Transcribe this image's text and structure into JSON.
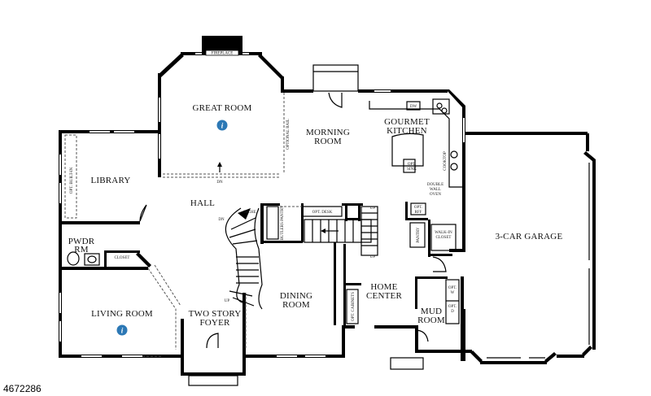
{
  "rooms": {
    "great_room": "GREAT ROOM",
    "morning_room": [
      "MORNING",
      "ROOM"
    ],
    "gourmet_kitchen": [
      "GOURMET",
      "KITCHEN"
    ],
    "library": "LIBRARY",
    "hall": "HALL",
    "pwdr_rm": [
      "PWDR",
      "RM"
    ],
    "living_room": "LIVING ROOM",
    "two_story_foyer": [
      "TWO STORY",
      "FOYER"
    ],
    "dining_room": [
      "DINING",
      "ROOM"
    ],
    "home_center": [
      "HOME",
      "CENTER"
    ],
    "mud_room": [
      "MUD",
      "ROOM"
    ],
    "garage": "3-CAR GARAGE"
  },
  "labels": {
    "fireplace": "FIREPLACE",
    "optional_rail": "OPTIONAL RAIL",
    "dn_great": "DN",
    "dw": "DW",
    "opt_sink": [
      "OPT.",
      "SINK"
    ],
    "cooktop": "COOKTOP",
    "double_wall_oven": [
      "DOUBLE",
      "WALL",
      "OVEN"
    ],
    "opt_rff": [
      "OPT.",
      "RFF"
    ],
    "pantry": "PANTRY",
    "walk_in_closet": [
      "WALK-IN",
      "CLOSET"
    ],
    "opt_built_in": "OPT. BUILT-IN",
    "closet": "CLOSET",
    "niche": "NICHE",
    "butlers_pantry": "BUTLERS PANTRY",
    "opt_desk": "OPT. DESK",
    "opt_cabinets": "OPT. CABINETS",
    "dn_stair": "DN",
    "up_stair": "UP",
    "up_back": "UP",
    "up_lower": "UP",
    "opt_w": [
      "OPT.",
      "W"
    ],
    "opt_d": [
      "OPT.",
      "D"
    ]
  },
  "info_icon_glyph": "i",
  "listing_number": "4672286",
  "colors": {
    "info": "#2c78b5",
    "wall": "#000000"
  }
}
